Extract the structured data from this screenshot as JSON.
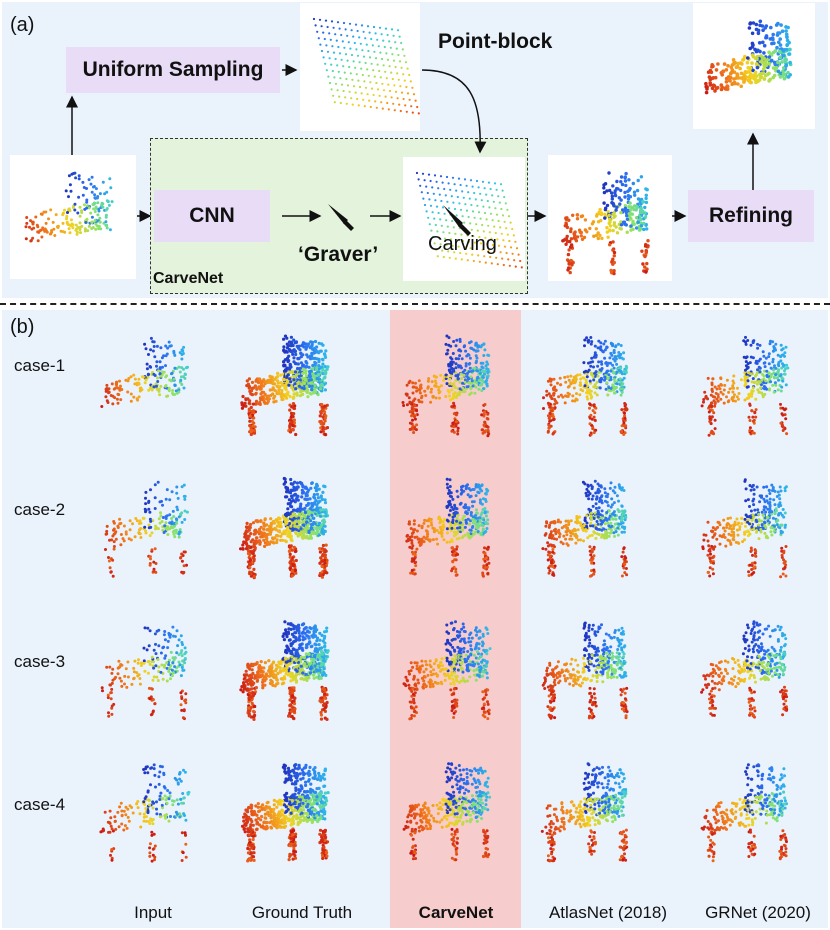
{
  "panel_a": {
    "label": "(a)",
    "uniform_sampling": "Uniform Sampling",
    "point_block": "Point-block",
    "cnn": "CNN",
    "graver": "‘Graver’",
    "carving": "Carving",
    "refining": "Refining",
    "carvenet": "CarveNet"
  },
  "panel_b": {
    "label": "(b)",
    "cases": [
      "case-1",
      "case-2",
      "case-3",
      "case-4"
    ],
    "columns": [
      "Input",
      "Ground Truth",
      "CarveNet",
      "AtlasNet (2018)",
      "GRNet (2020)"
    ],
    "highlight_column": "CarveNet"
  },
  "colors": {
    "panel_background": "#eaf2fc",
    "module_box": "#e8dcf6",
    "carvenet_area": "#e4f3dc",
    "highlight_column": "#f6cccc",
    "colormap": [
      "#1a1aa8",
      "#2b6cf0",
      "#2fc9e8",
      "#8be36a",
      "#f3d21f",
      "#f0701a",
      "#c81414"
    ]
  },
  "icons": [
    "knife-icon",
    "arrow-icon"
  ]
}
